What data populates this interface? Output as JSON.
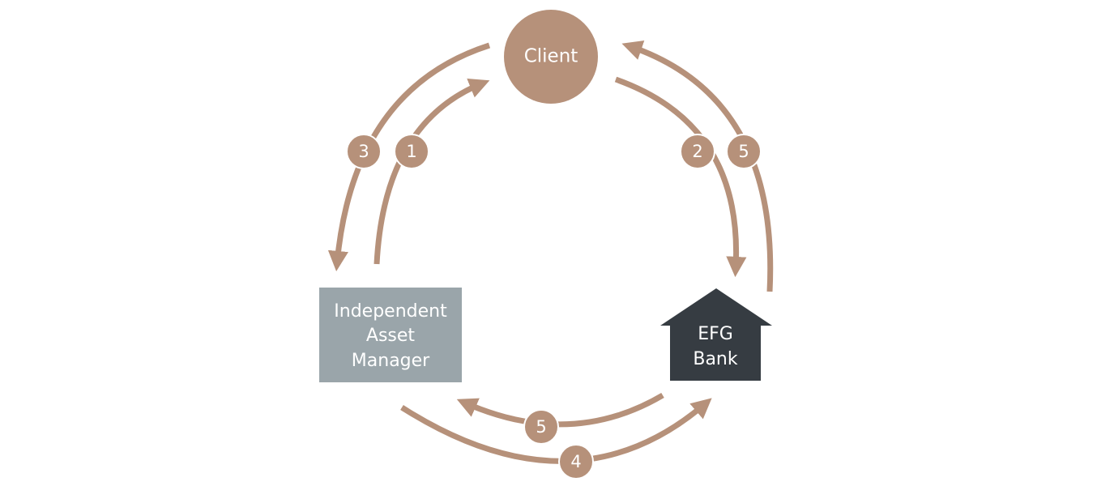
{
  "colors": {
    "accent": "#b6917a",
    "manager_box": "#9aa5aa",
    "bank": "#363c42",
    "background": "#ffffff",
    "text": "#ffffff"
  },
  "nodes": {
    "client": {
      "label": "Client"
    },
    "manager": {
      "lines": [
        "Independent",
        "Asset",
        "Manager"
      ]
    },
    "bank": {
      "lines": [
        "EFG",
        "Bank"
      ]
    }
  },
  "steps": {
    "s1": "1",
    "s2": "2",
    "s3": "3",
    "s4": "4",
    "s5_right": "5",
    "s5_bottom": "5"
  }
}
